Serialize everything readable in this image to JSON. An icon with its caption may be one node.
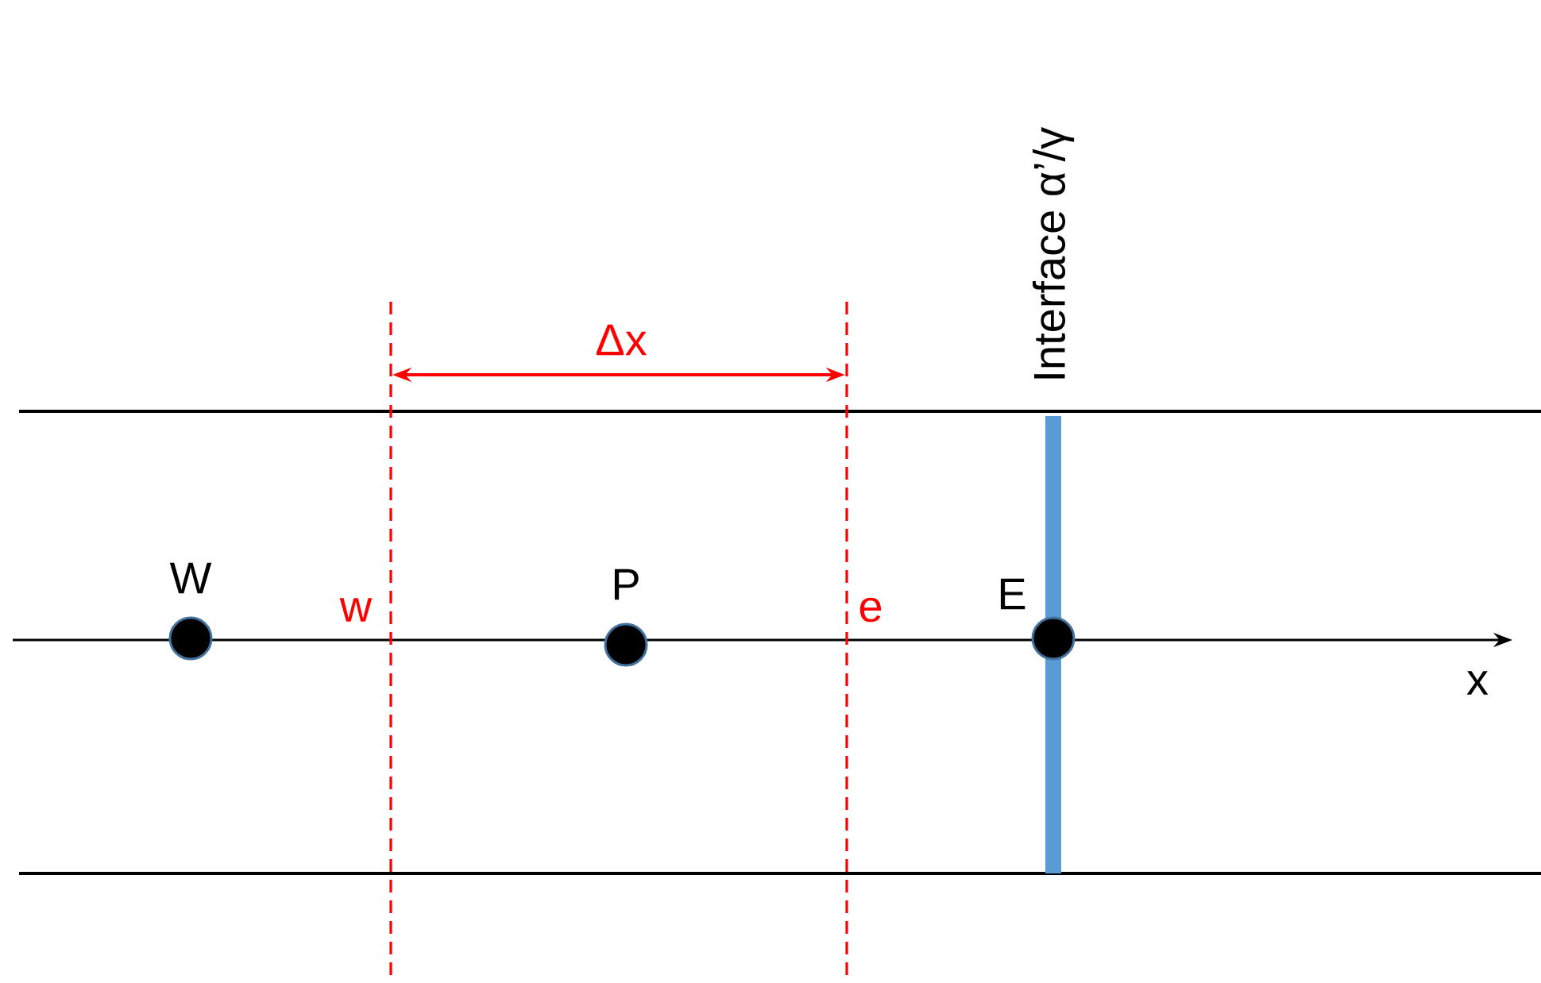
{
  "diagram": {
    "nodes": [
      {
        "text": [],
        "shape": "circle",
        "beside": [
          "W"
        ]
      },
      {
        "text": [],
        "shape": "circle",
        "beside": [
          "P"
        ]
      },
      {
        "text": [],
        "shape": "circle",
        "beside": [
          "E"
        ]
      }
    ],
    "labels": [
      "Interface α’/γ",
      "Δx",
      "w",
      "e",
      "x"
    ]
  }
}
